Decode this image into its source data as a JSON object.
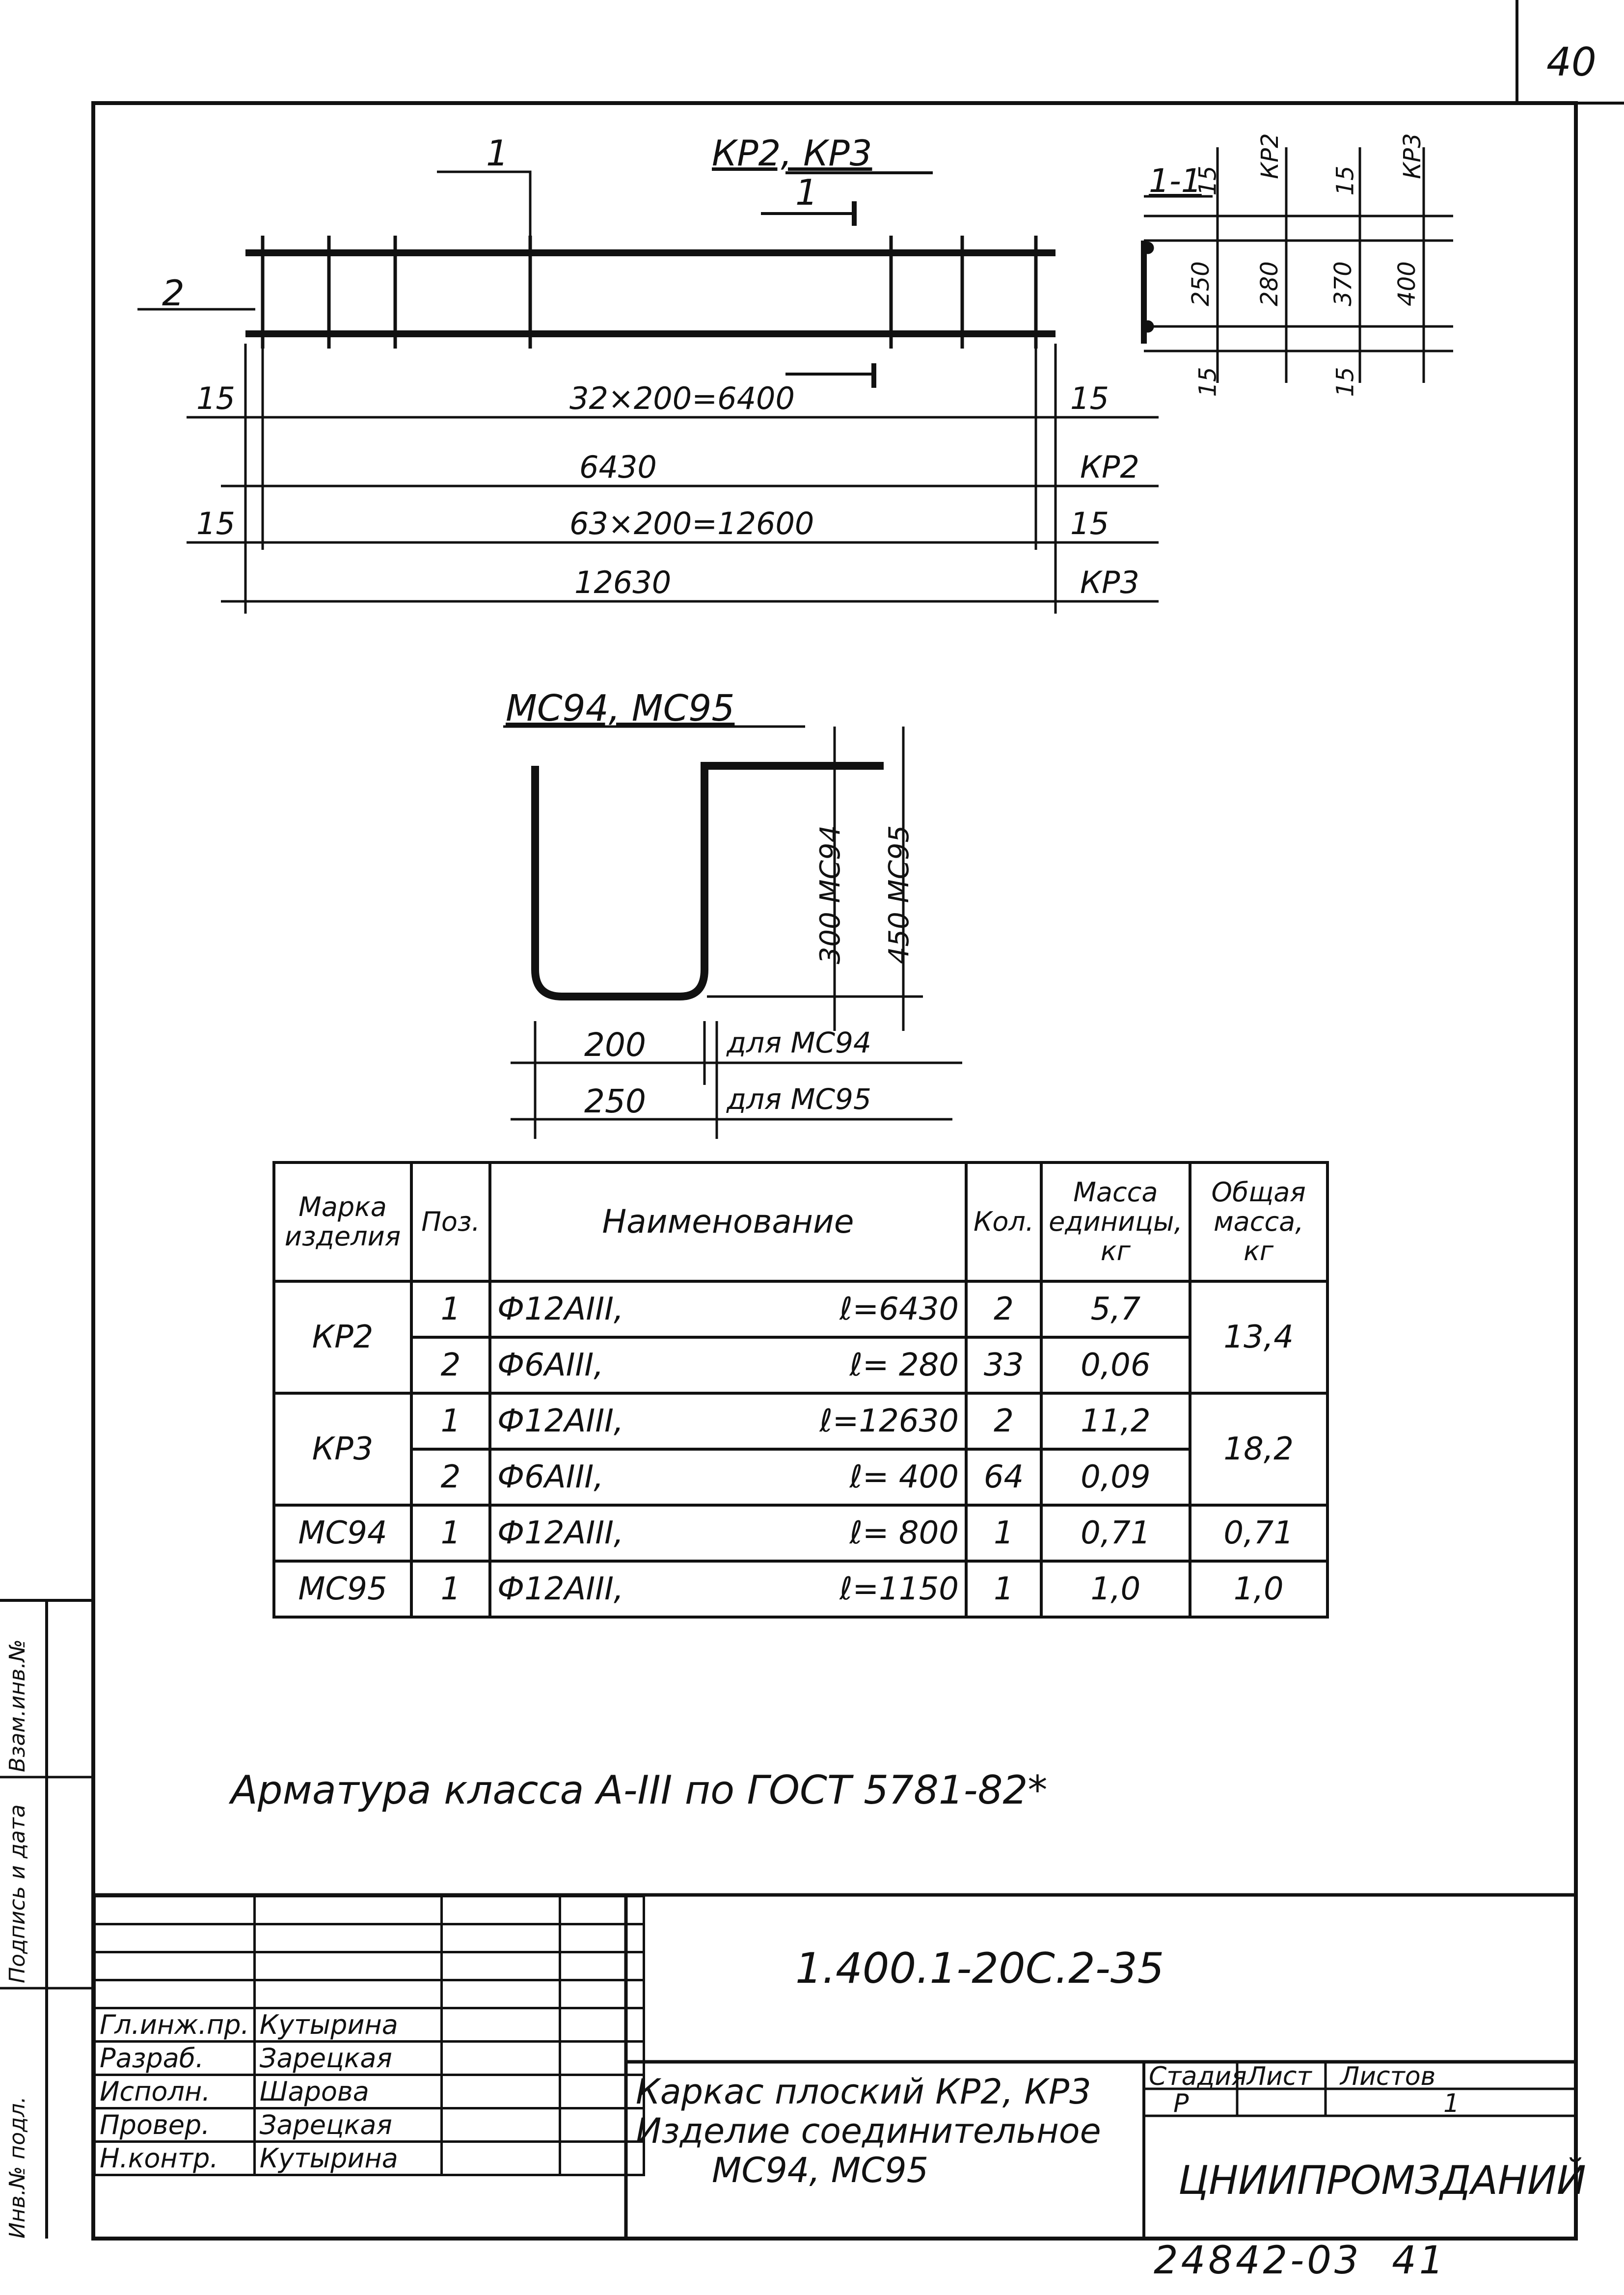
{
  "sheet_number": "40",
  "drawing1": {
    "title": "КР2, КР3",
    "pos1": "1",
    "pos2": "2",
    "cut_mark": "1",
    "dims": [
      {
        "left": "15",
        "mid": "32×200=6400",
        "right": "15"
      },
      {
        "mid": "6430",
        "right": "КР2"
      },
      {
        "left": "15",
        "mid": "63×200=12600",
        "right": "15"
      },
      {
        "mid": "12630",
        "right": "КР3"
      }
    ]
  },
  "section": {
    "title": "1-1",
    "labels": [
      "15",
      "КР2",
      "15",
      "КР3",
      "250",
      "280",
      "370",
      "400",
      "15",
      "15"
    ]
  },
  "drawing2": {
    "title": "МС94, МС95",
    "h1": "300 МС94",
    "h2": "450 МС95",
    "w1": "200",
    "w1_note": "для МС94",
    "w2": "250",
    "w2_note": "для МС95"
  },
  "spec": {
    "headers": [
      "Марка изделия",
      "Поз.",
      "Наименование",
      "Кол.",
      "Масса единицы, кг",
      "Общая масса, кг"
    ],
    "rows": [
      {
        "mark": "КР2",
        "pos": "1",
        "name": "Ф12АIII,",
        "len": "ℓ=6430",
        "qty": "2",
        "unit": "5,7",
        "total": "13,4"
      },
      {
        "mark": "",
        "pos": "2",
        "name": "Ф6АIII,",
        "len": "ℓ= 280",
        "qty": "33",
        "unit": "0,06",
        "total": ""
      },
      {
        "mark": "КР3",
        "pos": "1",
        "name": "Ф12АIII,",
        "len": "ℓ=12630",
        "qty": "2",
        "unit": "11,2",
        "total": "18,2"
      },
      {
        "mark": "",
        "pos": "2",
        "name": "Ф6АIII,",
        "len": "ℓ= 400",
        "qty": "64",
        "unit": "0,09",
        "total": ""
      },
      {
        "mark": "МС94",
        "pos": "1",
        "name": "Ф12АIII,",
        "len": "ℓ= 800",
        "qty": "1",
        "unit": "0,71",
        "total": "0,71"
      },
      {
        "mark": "МС95",
        "pos": "1",
        "name": "Ф12АIII,",
        "len": "ℓ=1150",
        "qty": "1",
        "unit": "1,0",
        "total": "1,0"
      }
    ]
  },
  "note": "Арматура класса А-III по ГОСТ 5781-82*",
  "title_block": {
    "code": "1.400.1-20С.2-35",
    "description_lines": [
      "Каркас плоский КР2, КР3",
      "Изделие соединительное",
      "МС94, МС95"
    ],
    "stage_label": "Стадия",
    "sheet_label": "Лист",
    "sheets_label": "Листов",
    "stage": "Р",
    "sheet": "",
    "sheets": "1",
    "organization": "ЦНИИПРОМЗДАНИЙ",
    "staff": [
      {
        "role": "Гл.инж.пр.",
        "name": "Кутырина"
      },
      {
        "role": "Разраб.",
        "name": "Зарецкая"
      },
      {
        "role": "Исполн.",
        "name": "Шарова"
      },
      {
        "role": "Провер.",
        "name": "Зарецкая"
      },
      {
        "role": "Н.контр.",
        "name": "Кутырина"
      }
    ]
  },
  "sidebar": [
    "Инв.№ подл.",
    "Подпись и дата",
    "Взам.инв.№"
  ],
  "bottom_code": "24842-03",
  "bottom_page": "41"
}
